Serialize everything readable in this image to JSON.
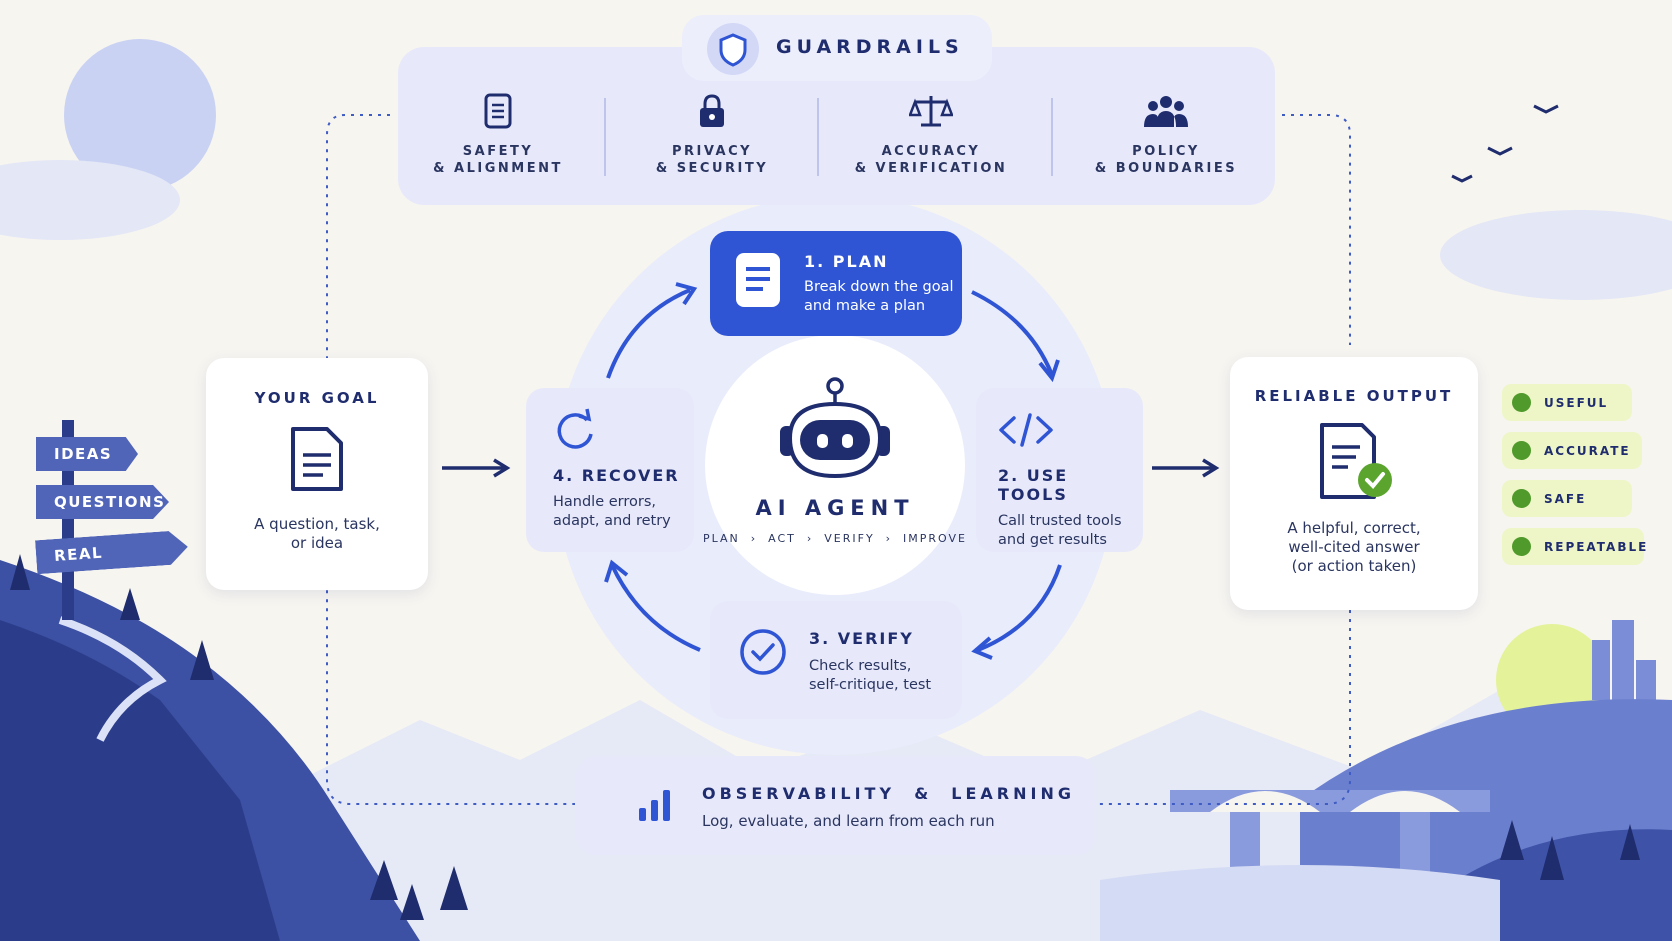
{
  "guardrails": {
    "title": "GUARDRAILS",
    "items": [
      {
        "icon": "document-icon",
        "line1": "SAFETY",
        "line2": "& ALIGNMENT"
      },
      {
        "icon": "lock-icon",
        "line1": "PRIVACY",
        "line2": "& SECURITY"
      },
      {
        "icon": "scale-icon",
        "line1": "ACCURACY",
        "line2": "& VERIFICATION"
      },
      {
        "icon": "people-icon",
        "line1": "POLICY",
        "line2": "& BOUNDARIES"
      }
    ]
  },
  "goal": {
    "title": "YOUR GOAL",
    "desc1": "A question, task,",
    "desc2": "or idea"
  },
  "signpost": [
    "IDEAS",
    "QUESTIONS",
    "REAL PROBLEMS"
  ],
  "agent": {
    "title": "AI AGENT",
    "tagline": "PLAN  ›  ACT  ›  VERIFY  ›  IMPROVE"
  },
  "steps": {
    "plan": {
      "title": "1. PLAN",
      "desc1": "Break down the goal",
      "desc2": "and make a plan"
    },
    "tools": {
      "title": "2. USE TOOLS",
      "desc1": "Call trusted tools",
      "desc2": "and get results"
    },
    "verify": {
      "title": "3. VERIFY",
      "desc1": "Check results,",
      "desc2": "self-critique, test"
    },
    "recover": {
      "title": "4. RECOVER",
      "desc1": "Handle errors,",
      "desc2": "adapt, and retry"
    }
  },
  "output": {
    "title": "RELIABLE OUTPUT",
    "desc1": "A helpful, correct,",
    "desc2": "well-cited answer",
    "desc3": "(or action taken)"
  },
  "checks": [
    "USEFUL",
    "ACCURATE",
    "SAFE",
    "REPEATABLE"
  ],
  "observability": {
    "title": "OBSERVABILITY  &  LEARNING",
    "desc": "Log, evaluate, and learn from each run"
  },
  "colors": {
    "accent": "#2f55d4",
    "navy": "#1f2d6e",
    "lavender": "#e7e9fb",
    "check_bg": "#eef6c8",
    "check_green": "#4f9a2a",
    "landscape": "#4a5fb0"
  }
}
